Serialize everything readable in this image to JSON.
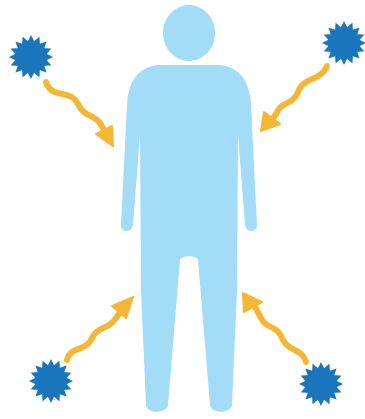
{
  "illustration": {
    "subject": "person-silhouette",
    "threats": [
      {
        "name": "germ-top-left",
        "icon": "spiky-germ-icon"
      },
      {
        "name": "germ-top-right",
        "icon": "spiky-germ-icon"
      },
      {
        "name": "germ-bottom-left",
        "icon": "spiky-germ-icon"
      },
      {
        "name": "germ-bottom-right",
        "icon": "spiky-germ-icon"
      }
    ],
    "colors": {
      "person": "#a3dcf7",
      "germ": "#1a75bc",
      "arrow": "#f5b535",
      "background": "#ffffff"
    }
  }
}
